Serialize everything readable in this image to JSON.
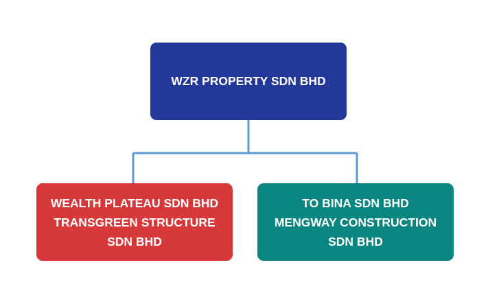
{
  "colors": {
    "root_fill": "#24389a",
    "left_fill": "#d7383a",
    "right_fill": "#0b8580",
    "connector": "#5b9bd5",
    "text": "#ffffff"
  },
  "root": {
    "label": "WZR PROPERTY SDN BHD"
  },
  "children": [
    {
      "lines": [
        "WEALTH PLATEAU SDN BHD",
        "TRANSGREEN STRUCTURE",
        "SDN BHD"
      ]
    },
    {
      "lines": [
        "TO BINA SDN BHD",
        "MENGWAY CONSTRUCTION",
        "SDN BHD"
      ]
    }
  ]
}
